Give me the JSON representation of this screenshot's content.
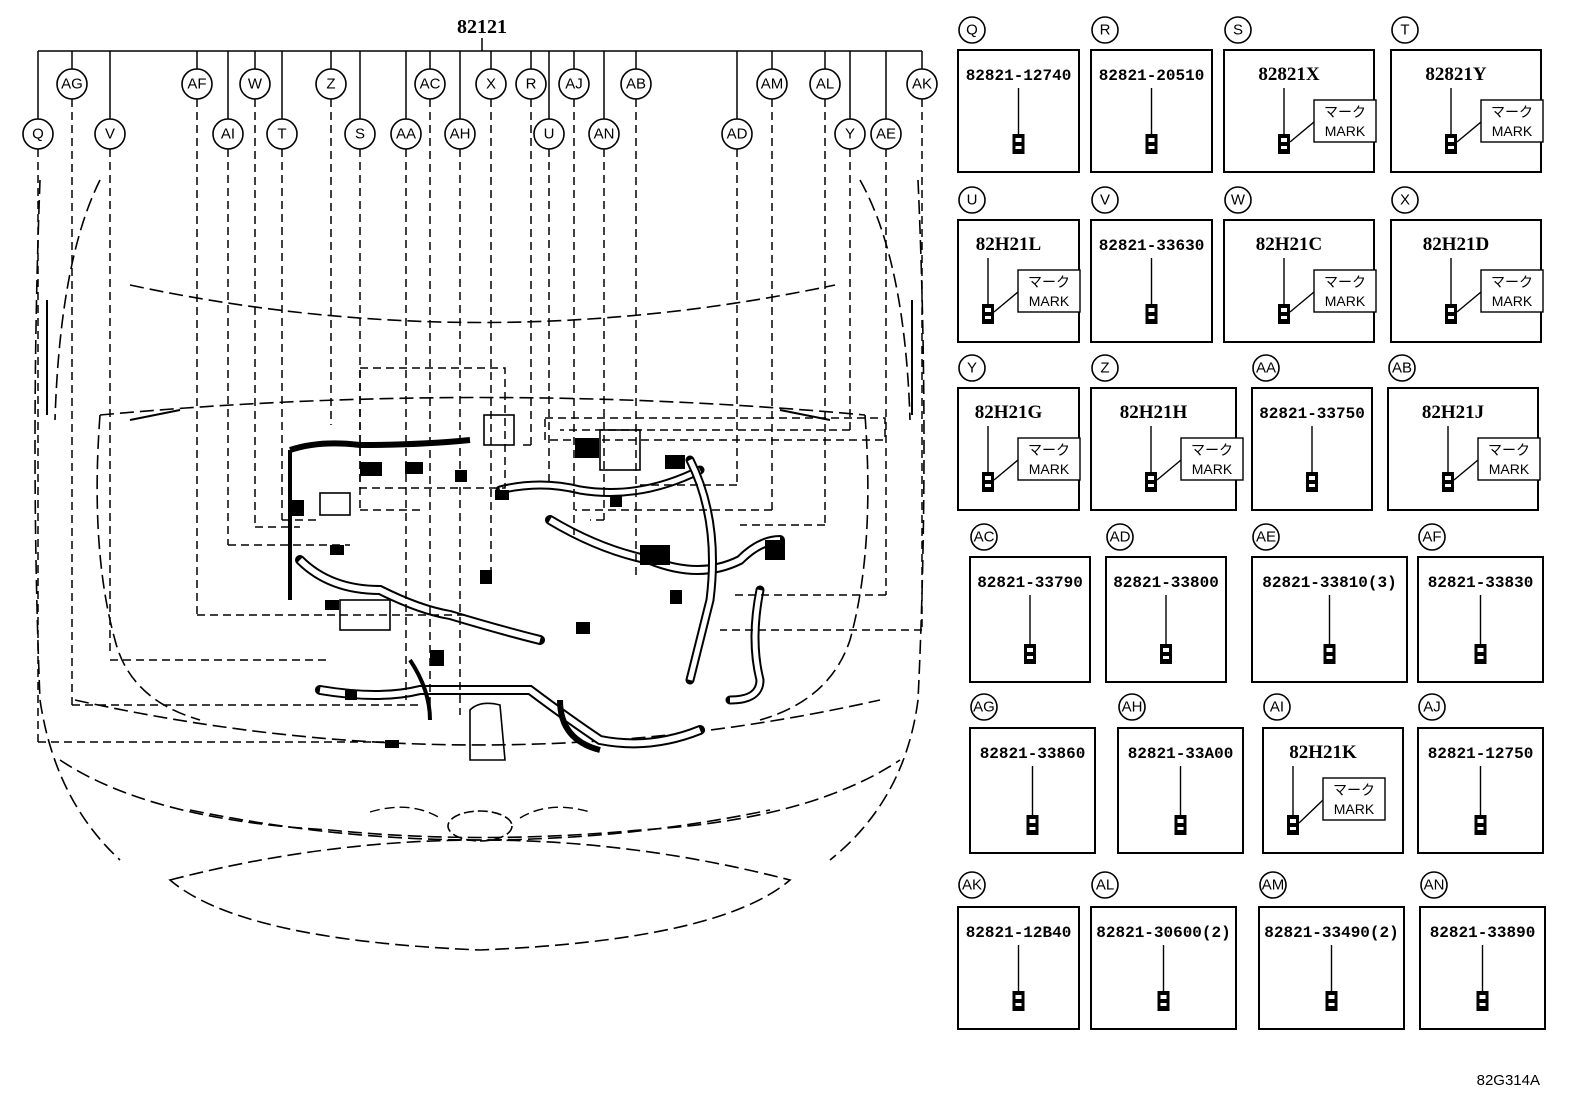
{
  "main_part": "82121",
  "figure_ref": "82G314A",
  "mark_jp": "マーク",
  "mark_en": "MARK",
  "callouts_top": [
    "AG",
    "AF",
    "W",
    "Z",
    "AC",
    "X",
    "R",
    "AJ",
    "AB",
    "AM",
    "AL",
    "AK"
  ],
  "callouts_low": [
    "Q",
    "V",
    "AI",
    "T",
    "S",
    "AA",
    "AH",
    "U",
    "AN",
    "AD",
    "Y",
    "AE"
  ],
  "parts": [
    {
      "label": "Q",
      "number": "82821-12740",
      "mark": false
    },
    {
      "label": "R",
      "number": "82821-20510",
      "mark": false
    },
    {
      "label": "S",
      "number": "82821X",
      "mark": true
    },
    {
      "label": "T",
      "number": "82821Y",
      "mark": true
    },
    {
      "label": "U",
      "number": "82H21L",
      "mark": true
    },
    {
      "label": "V",
      "number": "82821-33630",
      "mark": false
    },
    {
      "label": "W",
      "number": "82H21C",
      "mark": true
    },
    {
      "label": "X",
      "number": "82H21D",
      "mark": true
    },
    {
      "label": "Y",
      "number": "82H21G",
      "mark": true
    },
    {
      "label": "Z",
      "number": "82H21H",
      "mark": true
    },
    {
      "label": "AA",
      "number": "82821-33750",
      "mark": false
    },
    {
      "label": "AB",
      "number": "82H21J",
      "mark": true
    },
    {
      "label": "AC",
      "number": "82821-33790",
      "mark": false
    },
    {
      "label": "AD",
      "number": "82821-33800",
      "mark": false
    },
    {
      "label": "AE",
      "number": "82821-33810(3)",
      "mark": false
    },
    {
      "label": "AF",
      "number": "82821-33830",
      "mark": false
    },
    {
      "label": "AG",
      "number": "82821-33860",
      "mark": false
    },
    {
      "label": "AH",
      "number": "82821-33A00",
      "mark": false
    },
    {
      "label": "AI",
      "number": "82H21K",
      "mark": true
    },
    {
      "label": "AJ",
      "number": "82821-12750",
      "mark": false
    },
    {
      "label": "AK",
      "number": "82821-12B40",
      "mark": false
    },
    {
      "label": "AL",
      "number": "82821-30600(2)",
      "mark": false
    },
    {
      "label": "AM",
      "number": "82821-33490(2)",
      "mark": false
    },
    {
      "label": "AN",
      "number": "82821-33890",
      "mark": false
    }
  ]
}
